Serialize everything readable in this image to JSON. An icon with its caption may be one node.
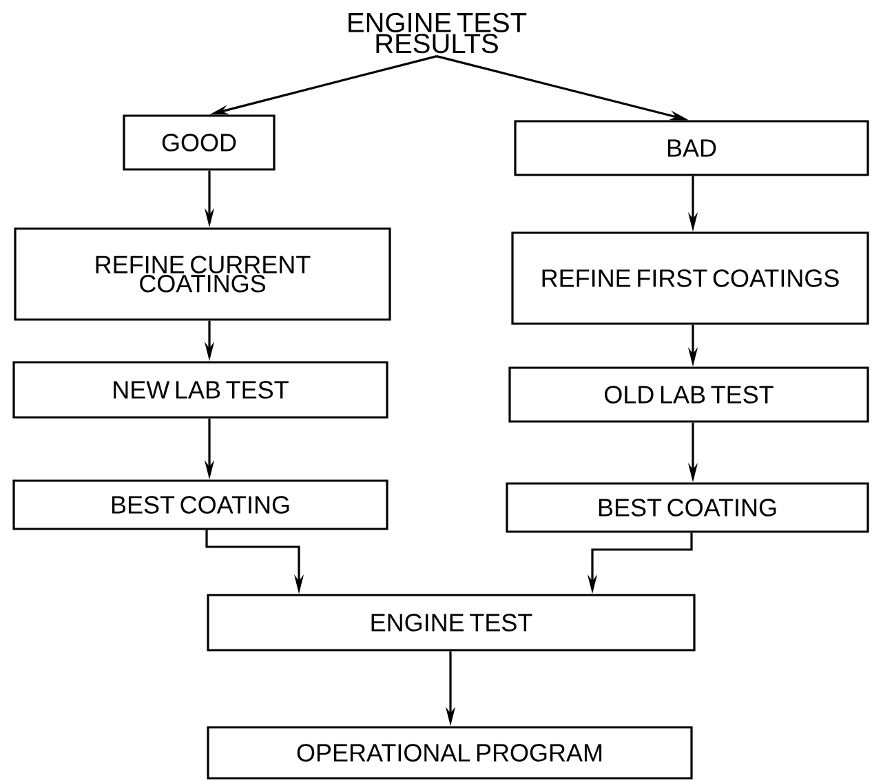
{
  "diagram": {
    "nodes": [
      {
        "text": [
          "ENGINE TEST RESULTS"
        ]
      },
      {
        "text": [
          "GOOD"
        ]
      },
      {
        "text": [
          "BAD"
        ]
      },
      {
        "text": [
          "REFINE CURRENT COATINGS"
        ]
      },
      {
        "text": [
          "REFINE FIRST COATINGS"
        ]
      },
      {
        "text": [
          "NEW LAB TEST"
        ]
      },
      {
        "text": [
          "OLD LAB TEST"
        ]
      },
      {
        "text": [
          "BEST COATING"
        ]
      },
      {
        "text": [
          "BEST COATING"
        ]
      },
      {
        "text": [
          "ENGINE TEST"
        ]
      },
      {
        "text": [
          "OPERATIONAL PROGRAM"
        ]
      }
    ],
    "edges": [
      {
        "from": 0,
        "to": 1,
        "arrow": "to"
      },
      {
        "from": 0,
        "to": 2,
        "arrow": "to"
      },
      {
        "from": 1,
        "to": 3,
        "arrow": "to"
      },
      {
        "from": 2,
        "to": 4,
        "arrow": "to"
      },
      {
        "from": 3,
        "to": 5,
        "arrow": "to"
      },
      {
        "from": 4,
        "to": 6,
        "arrow": "to"
      },
      {
        "from": 5,
        "to": 7,
        "arrow": "to"
      },
      {
        "from": 6,
        "to": 8,
        "arrow": "to"
      },
      {
        "from": 7,
        "to": 9,
        "arrow": "to"
      },
      {
        "from": 8,
        "to": 9,
        "arrow": "to"
      },
      {
        "from": 9,
        "to": 10,
        "arrow": "to"
      }
    ]
  }
}
